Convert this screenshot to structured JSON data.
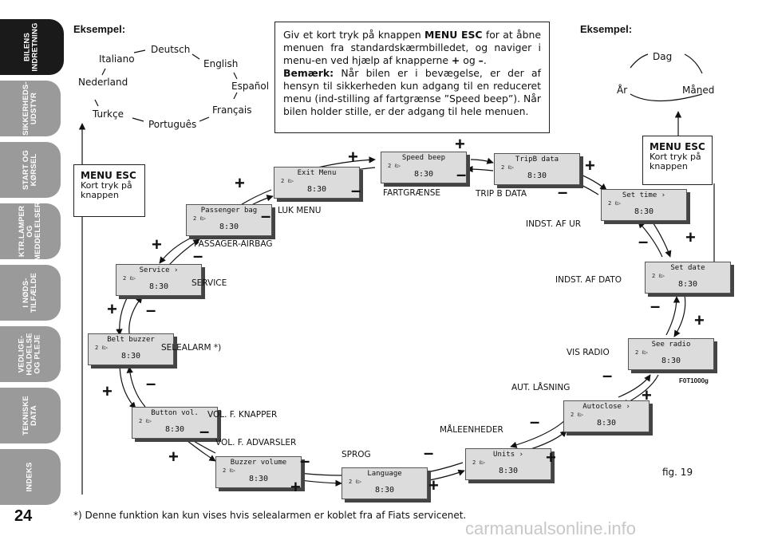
{
  "sidebar": {
    "tabs": [
      {
        "label": "BILENS\nINDRETNING",
        "active": true
      },
      {
        "label": "SIKKERHEDS-\nUDSTYR",
        "active": false
      },
      {
        "label": "START OG\nKØRSEL",
        "active": false
      },
      {
        "label": "KTR.LAMPER\nOG\nMEDDELELSER",
        "active": false
      },
      {
        "label": "I NØDS-\nTILFÆLDE",
        "active": false
      },
      {
        "label": "VEDLIGE-\nHOLDELSE\nOG PLEJE",
        "active": false
      },
      {
        "label": "TEKNISKE\nDATA",
        "active": false
      },
      {
        "label": "INDEKS",
        "active": false
      }
    ]
  },
  "page_number": "24",
  "example_left": {
    "heading": "Eksempel:",
    "languages": [
      "Deutsch",
      "English",
      "Español",
      "Français",
      "Português",
      "Turkçe",
      "Nederland",
      "Italiano"
    ]
  },
  "example_right": {
    "heading": "Eksempel:",
    "items": [
      "Dag",
      "År",
      "Måned"
    ]
  },
  "infobox": {
    "p1_a": "Giv et kort tryk på knappen ",
    "p1_key": "MENU ESC",
    "p1_b": " for at åbne menuen fra standardskærmbilledet, og naviger i menu-en ved hjælp af knapperne ",
    "p1_plus": "+",
    "p1_c": " og ",
    "p1_minus": "–",
    "p1_d": ".",
    "p2_key": "Bemærk:",
    "p2_text": " Når bilen er i bevægelse, er der af hensyn til sikkerheden kun adgang til en reduceret menu (ind-stilling af fartgrænse ”Speed beep”). Når bilen holder stille, er der adgang til hele menuen."
  },
  "menu_esc_left": {
    "title": "MENU ESC",
    "line1": "Kort tryk på",
    "line2": "knappen"
  },
  "menu_esc_right": {
    "title": "MENU ESC",
    "line1": "Kort tryk på",
    "line2": "knappen"
  },
  "displays": [
    {
      "name": "Exit Menu",
      "small": "2 ℓ▷",
      "time": "8:30"
    },
    {
      "name": "Speed beep",
      "small": "2 ℓ▷",
      "time": "8:30"
    },
    {
      "name": "TripB data",
      "small": "2 ℓ▷",
      "time": "8:30"
    },
    {
      "name": "Set time  ›",
      "small": "2 ℓ▷",
      "time": "8:30"
    },
    {
      "name": "Set date",
      "small": "2 ℓ▷",
      "time": "8:30"
    },
    {
      "name": "See radio",
      "small": "2 ℓ▷",
      "time": "8:30"
    },
    {
      "name": "Autoclose  ›",
      "small": "2 ℓ▷",
      "time": "8:30"
    },
    {
      "name": "Units  ›",
      "small": "2 ℓ▷",
      "time": "8:30"
    },
    {
      "name": "Language",
      "small": "2 ℓ▷",
      "time": "8:30"
    },
    {
      "name": "Buzzer volume",
      "small": "2 ℓ▷",
      "time": "8:30"
    },
    {
      "name": "Button vol.",
      "small": "2 ℓ▷",
      "time": "8:30"
    },
    {
      "name": "Belt buzzer",
      "small": "2 ℓ▷",
      "time": "8:30"
    },
    {
      "name": "Service  ›",
      "small": "2 ℓ▷",
      "time": "8:30"
    },
    {
      "name": "Passenger bag",
      "small": "2 ℓ▷",
      "time": "8:30"
    }
  ],
  "labels": {
    "exit": "LUK MENU",
    "speed": "FARTGRÆNSE",
    "tripb": "TRIP B DATA",
    "settime": "INDST. AF UR",
    "setdate": "INDST. AF DATO",
    "radio": "VIS RADIO",
    "autoclose": "AUT. LÅSNING",
    "units": "MÅLEENHEDER",
    "language": "SPROG",
    "buzzer": "VOL. F. ADVARSLER",
    "button": "VOL. F. KNAPPER",
    "belt": "SELEALARM *)",
    "service": "SERVICE",
    "passenger": "PASSAGER-AIRBAG"
  },
  "signs": {
    "plus": "+",
    "minus": "–"
  },
  "footnote": "*) Denne funktion kan kun vises hvis selealarmen er koblet fra af Fiats servicenet.",
  "figure_label": "fig. 19",
  "figure_code": "F0T1000g",
  "watermark": "carmanualsonline.info"
}
